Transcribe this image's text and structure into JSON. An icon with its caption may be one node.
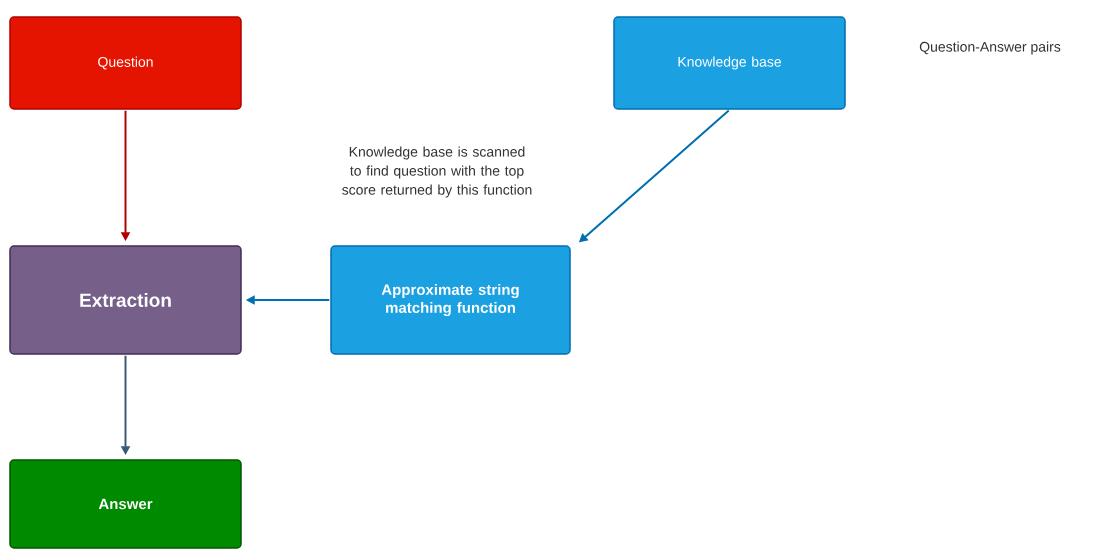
{
  "diagram": {
    "nodes": [
      {
        "text": [
          "Question"
        ]
      },
      {
        "text": [
          "Knowledge base"
        ]
      },
      {
        "text": [
          "Extraction"
        ]
      },
      {
        "text": [
          "Approximate string matching function"
        ]
      },
      {
        "text": [
          "Answer"
        ]
      }
    ],
    "edges": [
      {
        "from": 0,
        "to": 2,
        "arrow": "to",
        "color": "#b20000"
      },
      {
        "from": 1,
        "to": 3,
        "arrow": "to",
        "color": "#006eaf"
      },
      {
        "from": 3,
        "to": 2,
        "arrow": "to",
        "color": "#006eaf"
      },
      {
        "from": 2,
        "to": 4,
        "arrow": "to",
        "color": "#3a5a78"
      }
    ],
    "labels": [
      "Question-Answer pairs",
      "Knowledge base is scanned to find question with the top score returned by this function"
    ]
  }
}
